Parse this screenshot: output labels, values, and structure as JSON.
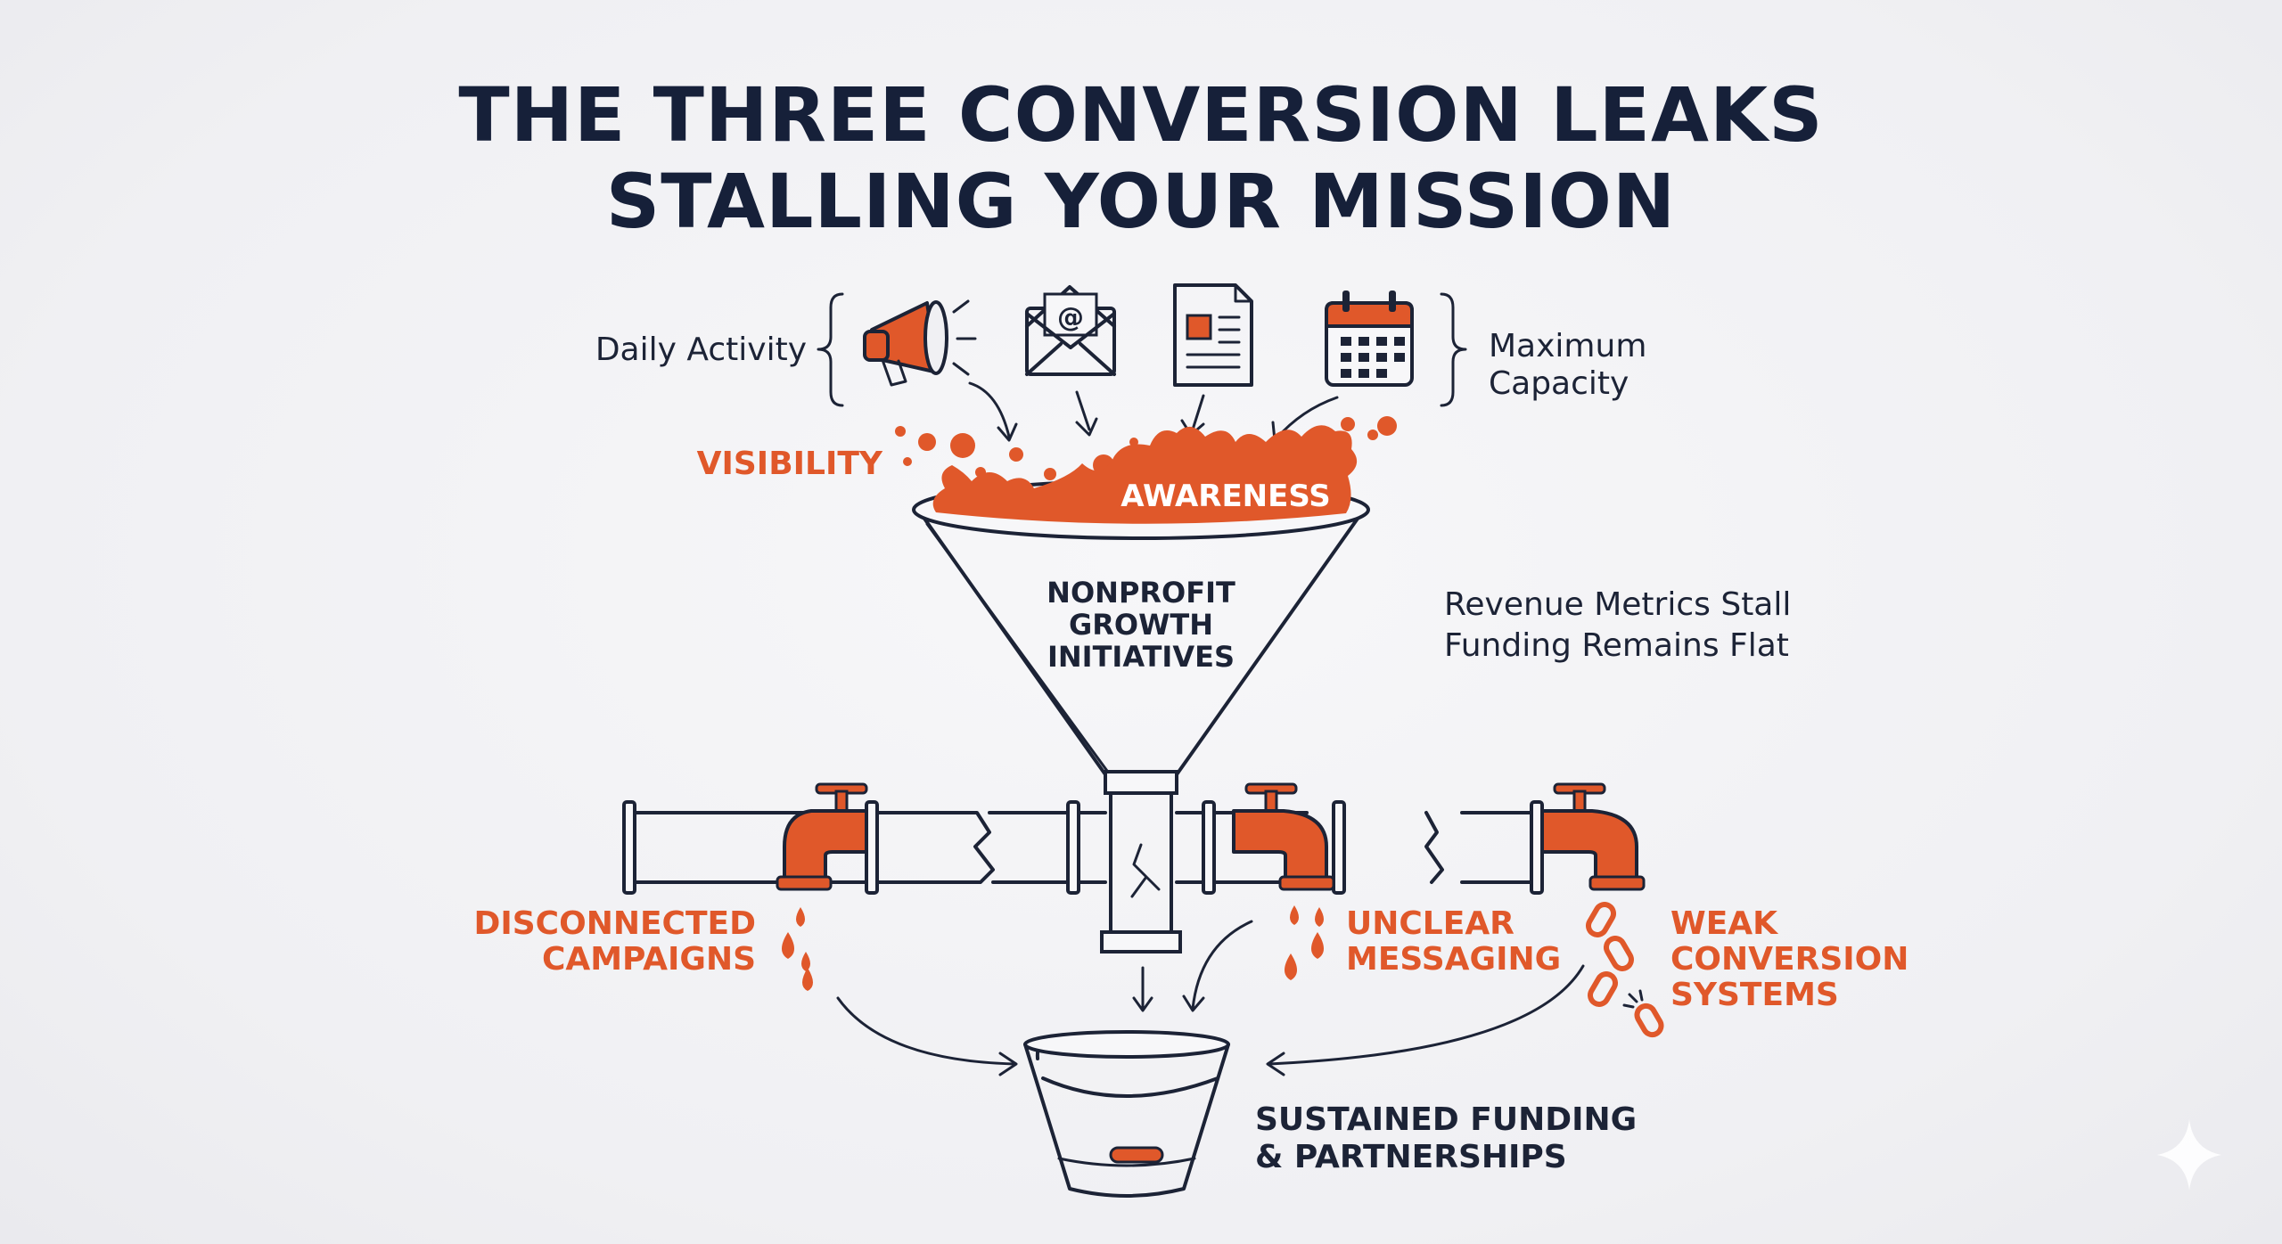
{
  "title": {
    "line1": "THE THREE CONVERSION LEAKS",
    "line2": "STALLING YOUR MISSION"
  },
  "left_bracket_label": "Daily Activity",
  "right_bracket_label": {
    "line1": "Maximum",
    "line2": "Capacity"
  },
  "icons": [
    "megaphone-icon",
    "email-icon",
    "document-icon",
    "calendar-icon"
  ],
  "visibility_label": "VISIBILITY",
  "awareness_label": "AWARENESS",
  "funnel_label": {
    "line1": "NONPROFIT",
    "line2": "GROWTH",
    "line3": "INITIATIVES"
  },
  "side_note": {
    "line1": "Revenue Metrics Stall",
    "line2": "Funding Remains Flat"
  },
  "leaks": [
    {
      "line1": "DISCONNECTED",
      "line2": "CAMPAIGNS"
    },
    {
      "line1": "UNCLEAR",
      "line2": "MESSAGING"
    },
    {
      "line1": "WEAK",
      "line2": "CONVERSION",
      "line3": "SYSTEMS"
    }
  ],
  "bucket_label": {
    "line1": "SUSTAINED FUNDING",
    "line2": "& PARTNERSHIPS"
  },
  "colors": {
    "navy": "#1c2336",
    "orange": "#e0582a",
    "background": "#f0f0f3"
  }
}
